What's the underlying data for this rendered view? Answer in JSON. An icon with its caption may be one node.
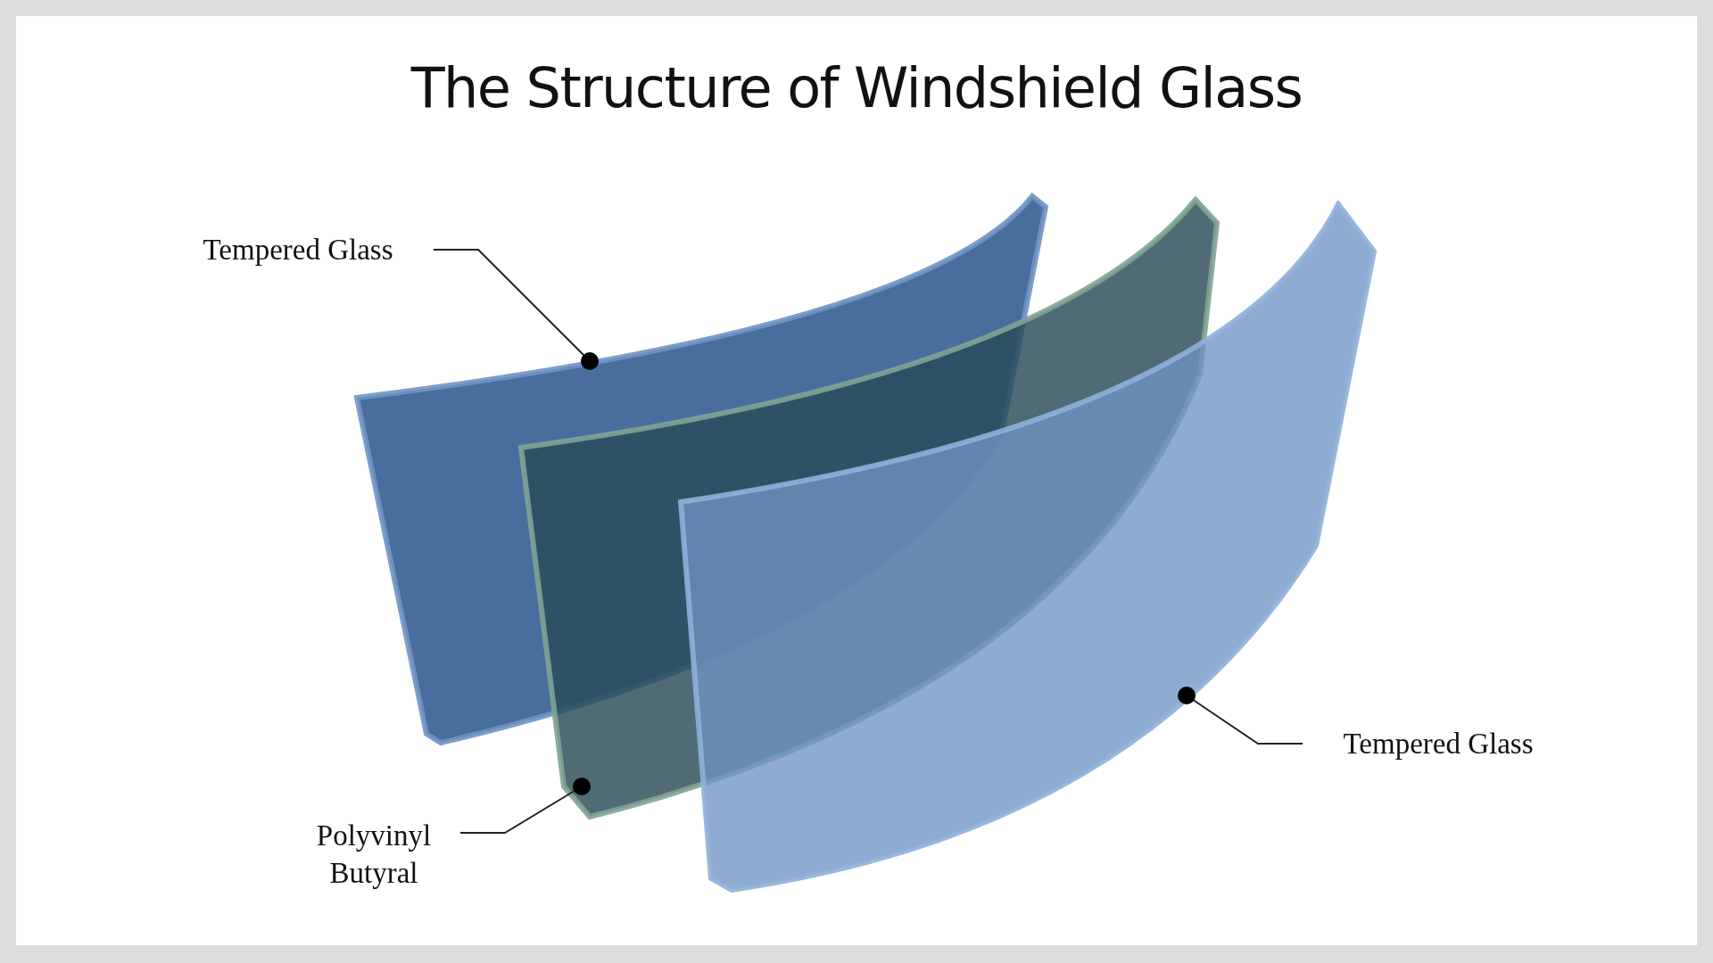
{
  "diagram": {
    "title": "The Structure of Windshield Glass",
    "nodes": [
      {
        "text": [
          "Tempered Glass"
        ]
      },
      {
        "text": [],
        "shape": "picture"
      },
      {
        "text": [],
        "shape": "picture"
      },
      {
        "text": [],
        "shape": "picture"
      },
      {
        "text": [
          "Polyvinyl Butyral"
        ]
      },
      {
        "text": [
          "Tempered Glass"
        ]
      }
    ],
    "edges": [
      {
        "from": 0,
        "to": 1,
        "arrow": "other"
      },
      {
        "from": 4,
        "to": 2,
        "arrow": "other"
      },
      {
        "from": 5,
        "to": 3,
        "arrow": "other"
      }
    ]
  }
}
